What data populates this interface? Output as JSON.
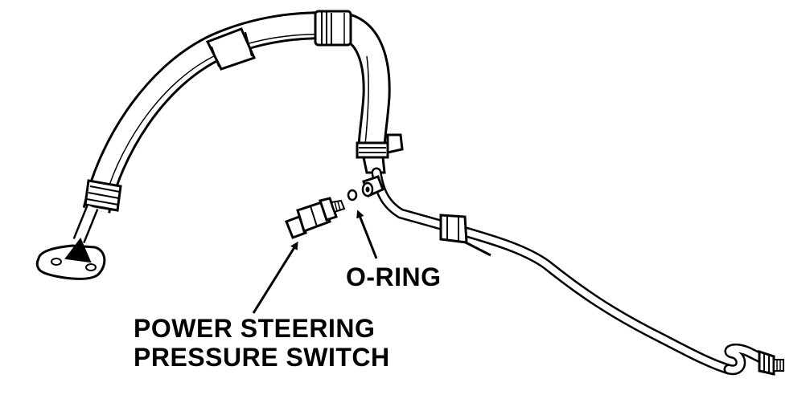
{
  "labels": {
    "o_ring": "O-RING",
    "switch_line1": "POWER STEERING",
    "switch_line2": "PRESSURE SWITCH"
  },
  "parts": [
    "pressure-hose",
    "metal-pressure-line",
    "hose-mounting-flange",
    "hose-clamp",
    "switch-port-fitting",
    "o-ring",
    "power-steering-pressure-switch",
    "line-tube-nut"
  ],
  "colors": {
    "line": "#000000",
    "fill": "#ffffff",
    "text": "#000000"
  }
}
